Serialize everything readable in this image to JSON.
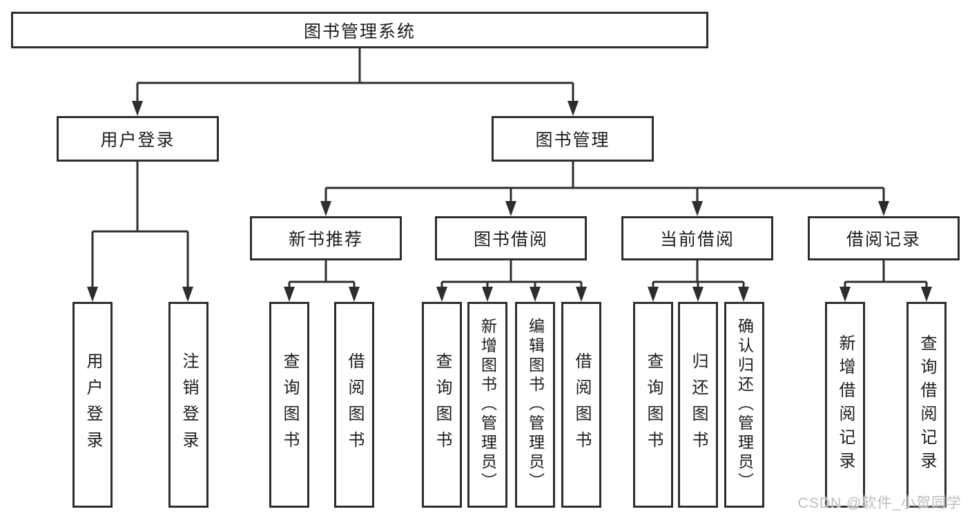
{
  "diagram": {
    "root": {
      "label": "图书管理系统"
    },
    "branches": {
      "user_login": {
        "label": "用户登录",
        "children": [
          "用户登录",
          "注销登录"
        ]
      },
      "book_management": {
        "label": "图书管理"
      }
    },
    "modules": [
      {
        "label": "新书推荐",
        "children": [
          "查询图书",
          "借阅图书"
        ]
      },
      {
        "label": "图书借阅",
        "children": [
          "查询图书",
          "新增图书（管理员）",
          "编辑图书（管理员）",
          "借阅图书"
        ]
      },
      {
        "label": "当前借阅",
        "children": [
          "查询图书",
          "归还图书",
          "确认归还（管理员）"
        ]
      },
      {
        "label": "借阅记录",
        "children": [
          "新增借阅记录",
          "查询借阅记录"
        ]
      }
    ]
  },
  "watermark": {
    "text": "CSDN @软件_小贺同学"
  },
  "colors": {
    "line": "#2d2d2d",
    "box_border": "#2d2d2d",
    "box_fill": "#ffffff",
    "text": "#1c1c1c",
    "watermark": "#bdbdbd",
    "background": "#ffffff"
  }
}
